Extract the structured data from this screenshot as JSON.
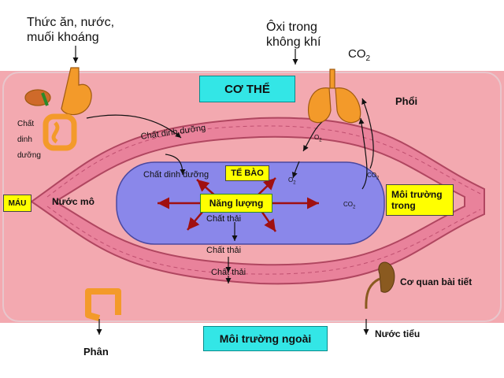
{
  "diagram": {
    "title": "CƠ THỂ",
    "external_env": "Môi trường ngoài",
    "inputs": {
      "food_line1": "Thức ăn, nước,",
      "food_line2": "muối khoáng",
      "oxygen_line1": "Ôxi trong",
      "oxygen_line2": "không khí",
      "co2": "CO",
      "co2_sub": "2"
    },
    "outputs": {
      "feces": "Phân",
      "urine": "Nước tiểu"
    },
    "organs": {
      "lungs": "Phổi",
      "excretory": "Cơ quan bài tiết"
    },
    "labels": {
      "nutrients_l1": "Chất",
      "nutrients_l2": "dinh",
      "nutrients_l3": "dưỡng",
      "nutrients_vessel": "Chất dinh dưỡng",
      "nutrients_cell": "Chất dinh dưỡng",
      "blood": "MÁU",
      "tissue_fluid": "Nước mô",
      "cell": "TẾ BÀO",
      "energy": "Năng lượng",
      "waste1": "Chất thải",
      "waste2": "Chất thải",
      "waste3": "Chất thải",
      "internal_env_l1": "Môi trường",
      "internal_env_l2": "trong",
      "o2_a": "O",
      "o2_b": "O",
      "co2_a": "CO",
      "co2_b": "CO",
      "sub2": "2"
    },
    "colors": {
      "body_bg": "#f3a9b0",
      "vessel": "#e9829b",
      "cell": "#8a87ea",
      "label_box": "#ffff00",
      "title_box": "#33e6e6",
      "energy_box": "#ffff00",
      "arrow_red": "#a01010",
      "organ": "#f39a2a"
    }
  }
}
